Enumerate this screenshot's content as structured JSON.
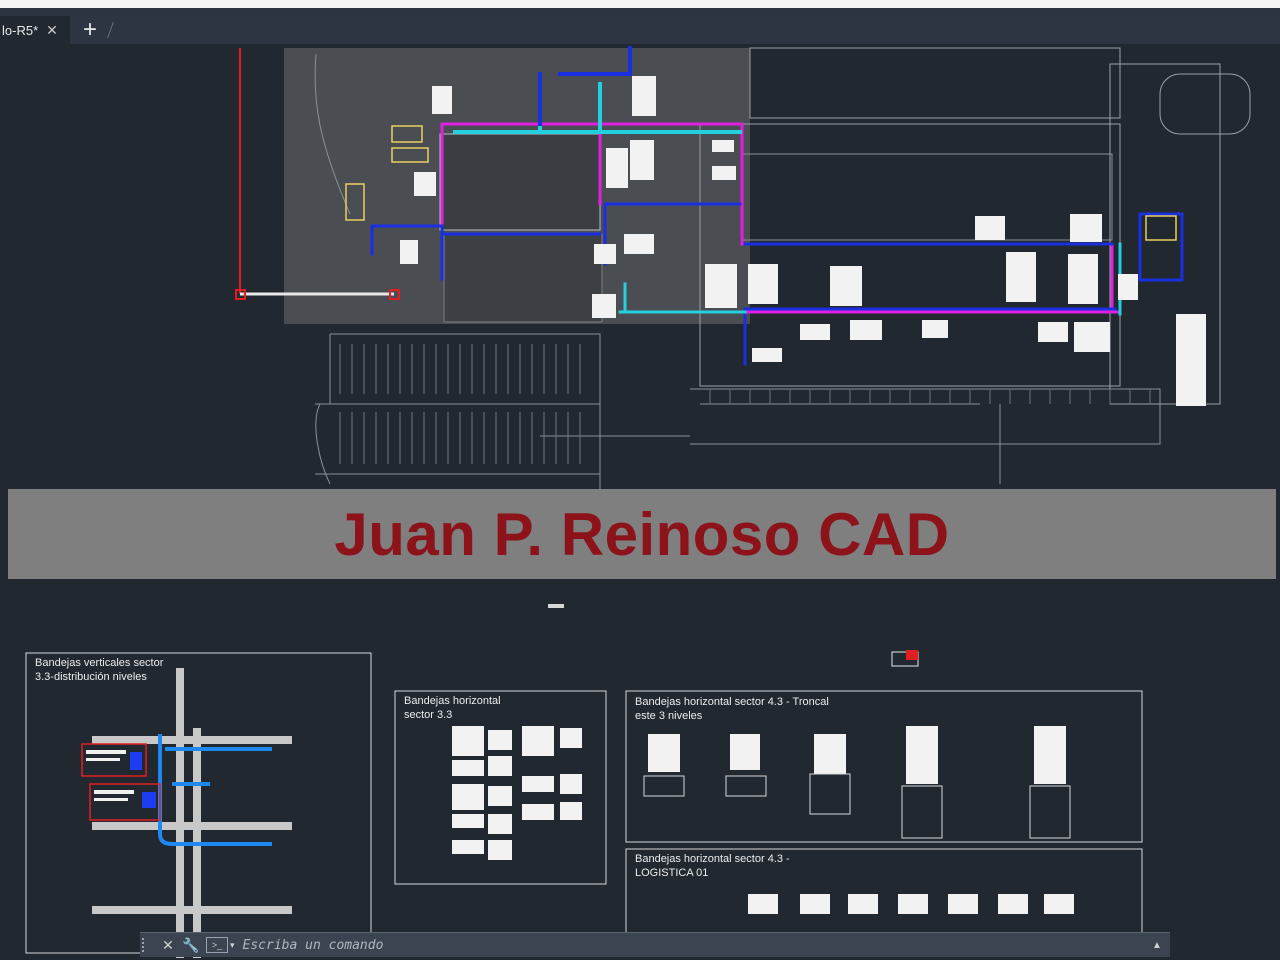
{
  "app": {
    "tab": {
      "label": "lo-R5*",
      "close_glyph": "✕"
    },
    "new_tab_glyph": "+"
  },
  "watermark": {
    "text": "Juan P. Reinoso CAD",
    "color": "#8b1319"
  },
  "frames": [
    {
      "title": "Bandejas verticales sector\n3.3-distribución niveles"
    },
    {
      "title": "Bandejas horizontal\nsector 3.3"
    },
    {
      "title": "Bandejas horizontal sector 4.3 - Troncal\neste 3 niveles"
    },
    {
      "title": "Bandejas horizontal sector 4.3 -\nLOGISTICA 01"
    }
  ],
  "command_line": {
    "placeholder": "Escriba un comando",
    "close_glyph": "✕",
    "settings_glyph": "🔧",
    "prompt_glyph": ">_",
    "expand_glyph": "▲"
  },
  "colors": {
    "background": "#212830",
    "tray_blue": "#1a2fe0",
    "tray_cyan": "#22d0e0",
    "tray_magenta": "#e020e0"
  },
  "icons": [
    "close-icon",
    "plus-icon",
    "wrench-icon",
    "terminal-icon",
    "chevron-up-icon"
  ]
}
